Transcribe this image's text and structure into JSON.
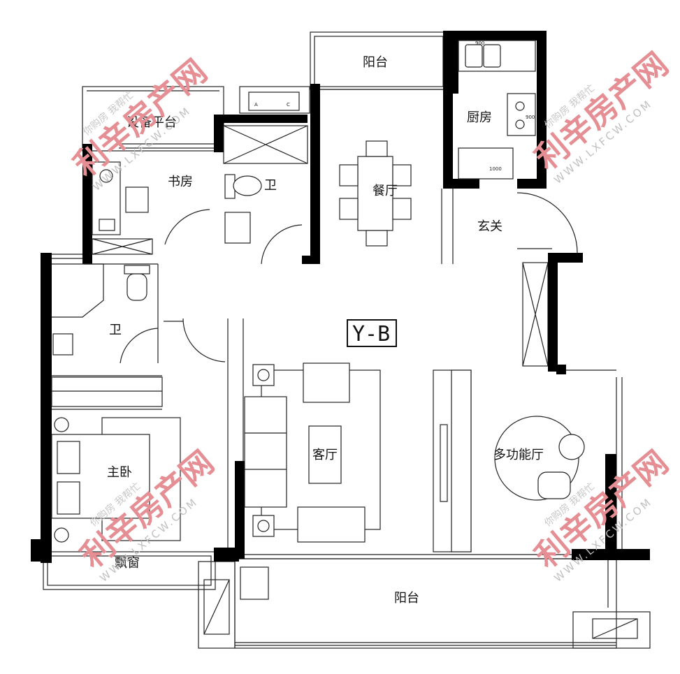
{
  "plan": {
    "type_tag": "Y-B",
    "rooms": {
      "balcony_top": "阳台",
      "kitchen": "厨房",
      "equipment_platform": "设备平台",
      "study": "书房",
      "bath_top": "卫",
      "dining": "餐厅",
      "foyer": "玄关",
      "bath_left": "卫",
      "living": "客厅",
      "multi_function": "多功能厅",
      "master_bedroom": "主卧",
      "bay_window": "飘窗",
      "balcony_bottom": "阳台"
    },
    "fixture_labels": {
      "sink_size": "900",
      "stove_label": "900",
      "fridge_label": "1000",
      "unit_a": "A",
      "unit_c": "C"
    }
  },
  "watermark": {
    "slogan": "你购房 我帮忙",
    "brand": "利辛房产网",
    "url": "WWW.LXFCW.COM"
  }
}
